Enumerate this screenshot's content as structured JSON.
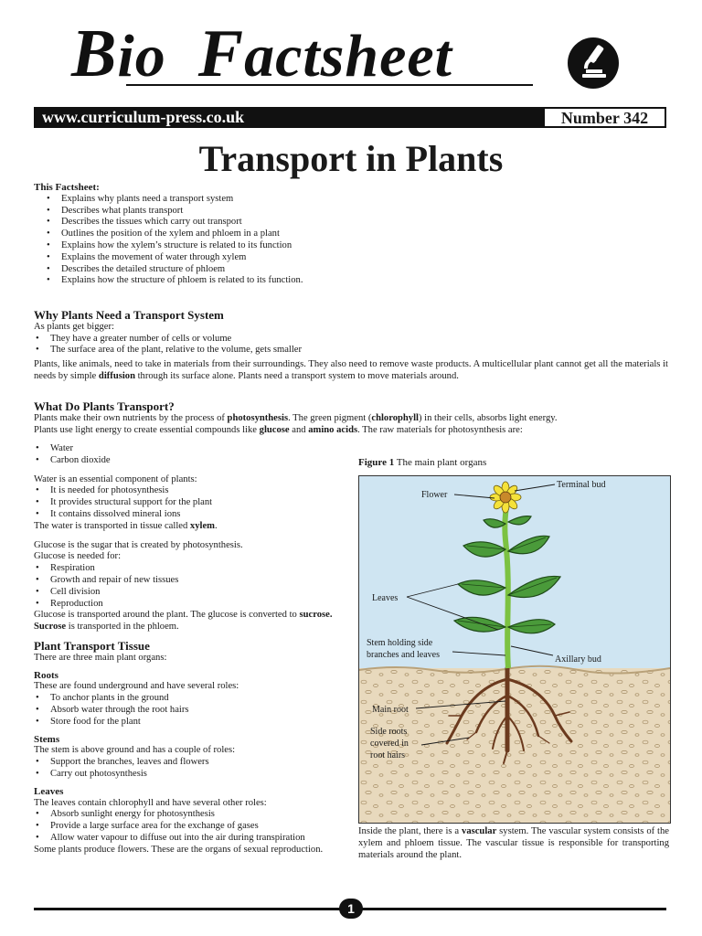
{
  "header": {
    "brand_b": "B",
    "brand_rest1": "io",
    "brand_f": "F",
    "brand_rest2": "actsheet",
    "url": "www.curriculum-press.co.uk",
    "number": "Number 342"
  },
  "title": "Transport in Plants",
  "intro": {
    "heading": "This Factsheet:",
    "items": [
      "Explains why plants need a transport system",
      "Describes what plants transport",
      "Describes the tissues which carry out transport",
      "Outlines the position of the xylem and phloem in a plant",
      "Explains how the xylem’s structure is related to its function",
      "Explains the movement of water through xylem",
      "Describes the detailed structure of phloem",
      "Explains how the structure of phloem is related to its function."
    ]
  },
  "why": {
    "heading": "Why Plants Need a Transport System",
    "lead": "As plants get bigger:",
    "items": [
      "They have a greater number of cells or volume",
      "The surface area of the plant, relative to the volume, gets smaller"
    ],
    "para_a": "Plants, like animals, need to take in materials from their surroundings. They also need to remove waste products. A multicellular plant cannot get all the materials it needs by simple ",
    "para_b": "diffusion",
    "para_c": " through its surface alone. Plants need a transport system to move materials around."
  },
  "what": {
    "heading": "What Do Plants Transport?",
    "p1a": "Plants make their own nutrients by the process of ",
    "p1b": "photosynthesis",
    "p1c": ". The green pigment (",
    "p1d": "chlorophyll",
    "p1e": ") in their cells, absorbs light energy.",
    "p2a": "Plants use light energy to create essential compounds like ",
    "p2b": "glucose",
    "p2c": " and ",
    "p2d": "amino acids",
    "p2e": ". The raw materials for photosynthesis are:",
    "raw": [
      "Water",
      "Carbon dioxide"
    ],
    "water_lead": "Water is an essential component of plants:",
    "water_items": [
      "It is needed for photosynthesis",
      "It provides structural support for the plant",
      "It contains dissolved mineral ions"
    ],
    "water_xa": "The water is transported in tissue called ",
    "water_xb": "xylem",
    "water_xc": ".",
    "glucose_lead1": "Glucose is the sugar that is created by photosynthesis.",
    "glucose_lead2": "Glucose is needed for:",
    "glucose_items": [
      "Respiration",
      "Growth and repair of new tissues",
      "Cell division",
      "Reproduction"
    ],
    "glucose_p1": "Glucose is transported around the plant. The glucose is converted to ",
    "glucose_p2": "sucrose. Sucrose",
    "glucose_p3": " is transported in the phloem."
  },
  "tissue": {
    "heading": "Plant Transport Tissue",
    "lead": "There are three main plant organs:",
    "roots_h": "Roots",
    "roots_lead": "These are found underground and have several roles:",
    "roots_items": [
      "To anchor plants in the ground",
      "Absorb water through the root hairs",
      "Store food for the plant"
    ],
    "stems_h": "Stems",
    "stems_lead": "The stem is above ground and has a couple of roles:",
    "stems_items": [
      "Support the branches, leaves and flowers",
      "Carry out photosynthesis"
    ],
    "leaves_h": "Leaves",
    "leaves_lead": "The leaves contain chlorophyll and have several other roles:",
    "leaves_items": [
      "Absorb sunlight energy for photosynthesis",
      "Provide a large surface area for the exchange of gases",
      "Allow water vapour to diffuse out into the air during transpiration"
    ],
    "flowers": "Some plants produce flowers. These are the organs of sexual reproduction."
  },
  "figure": {
    "caption_b": "Figure 1",
    "caption_t": " The main plant organs",
    "labels": {
      "terminal_bud": "Terminal bud",
      "flower": "Flower",
      "leaves": "Leaves",
      "stem1": "Stem holding side",
      "stem2": "branches and leaves",
      "axillary": "Axillary bud",
      "main_root": "Main root",
      "side1": "Side roots",
      "side2": "covered in",
      "side3": "root hairs"
    },
    "colors": {
      "sky": "#cfe5f2",
      "soil": "#e8d9bd",
      "leaf": "#4a9a3a",
      "stem": "#7cc242",
      "root": "#6b3a1e",
      "flower": "#f5e23a"
    },
    "text_a": "Inside the plant, there is a ",
    "text_b": "vascular",
    "text_c": " system. The vascular system consists of the xylem and phloem tissue. The vascular tissue is responsible for transporting materials around the plant."
  },
  "footer": {
    "page": "1"
  }
}
